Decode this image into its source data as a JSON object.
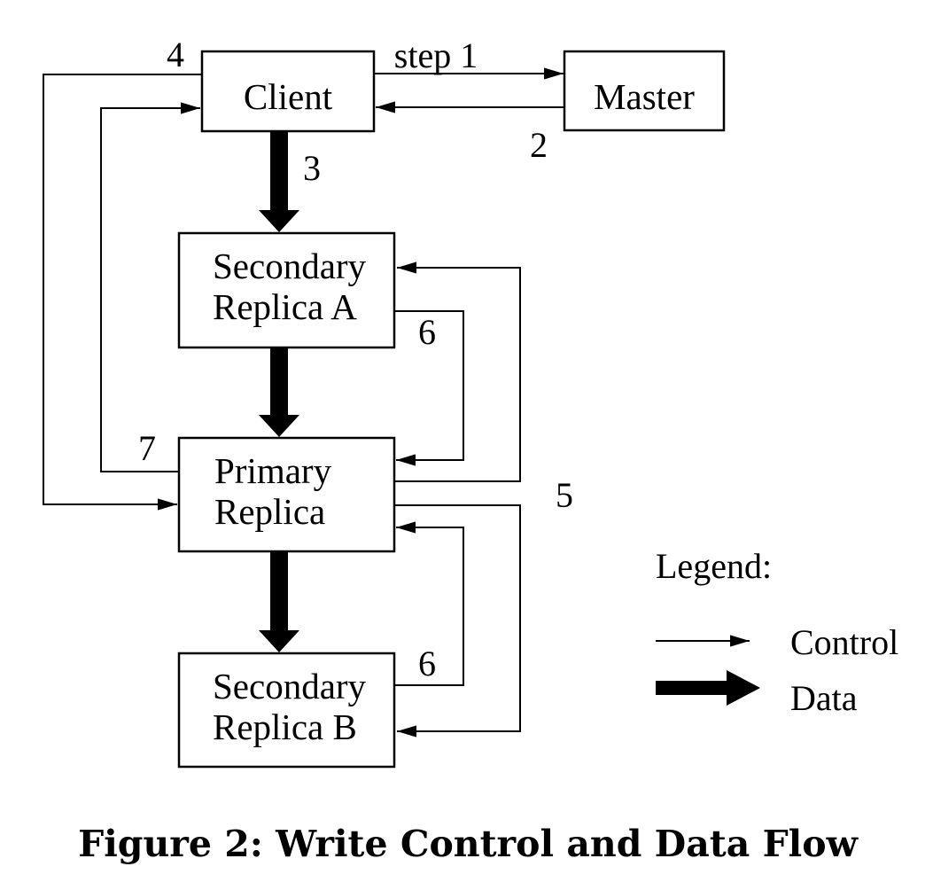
{
  "figure": {
    "caption": "Figure 2: Write Control and Data Flow",
    "nodes": {
      "client": "Client",
      "master": "Master",
      "secondary_a": {
        "line1": "Secondary",
        "line2": "Replica A"
      },
      "primary": {
        "line1": "Primary",
        "line2": "Replica"
      },
      "secondary_b": {
        "line1": "Secondary",
        "line2": "Replica B"
      }
    },
    "steps": {
      "s1": "step 1",
      "s2": "2",
      "s3": "3",
      "s4": "4",
      "s5": "5",
      "s6": "6",
      "s7": "7"
    },
    "flows": [
      {
        "step": "1",
        "from": "Client",
        "to": "Master",
        "type": "control"
      },
      {
        "step": "2",
        "from": "Master",
        "to": "Client",
        "type": "control"
      },
      {
        "step": "3",
        "from": "Client",
        "to": "Secondary Replica A",
        "type": "data"
      },
      {
        "step": "3",
        "from": "Secondary Replica A",
        "to": "Primary Replica",
        "type": "data"
      },
      {
        "step": "3",
        "from": "Primary Replica",
        "to": "Secondary Replica B",
        "type": "data"
      },
      {
        "step": "4",
        "from": "Client",
        "to": "Primary Replica",
        "type": "control"
      },
      {
        "step": "5",
        "from": "Primary Replica",
        "to": "Secondary Replica A",
        "type": "control"
      },
      {
        "step": "5",
        "from": "Primary Replica",
        "to": "Secondary Replica B",
        "type": "control"
      },
      {
        "step": "6",
        "from": "Secondary Replica A",
        "to": "Primary Replica",
        "type": "control"
      },
      {
        "step": "6",
        "from": "Secondary Replica B",
        "to": "Primary Replica",
        "type": "control"
      },
      {
        "step": "7",
        "from": "Primary Replica",
        "to": "Client",
        "type": "control"
      }
    ],
    "legend": {
      "title": "Legend:",
      "control": "Control",
      "data": "Data"
    },
    "colors": {
      "ink": "#000000",
      "background": "#ffffff"
    }
  }
}
